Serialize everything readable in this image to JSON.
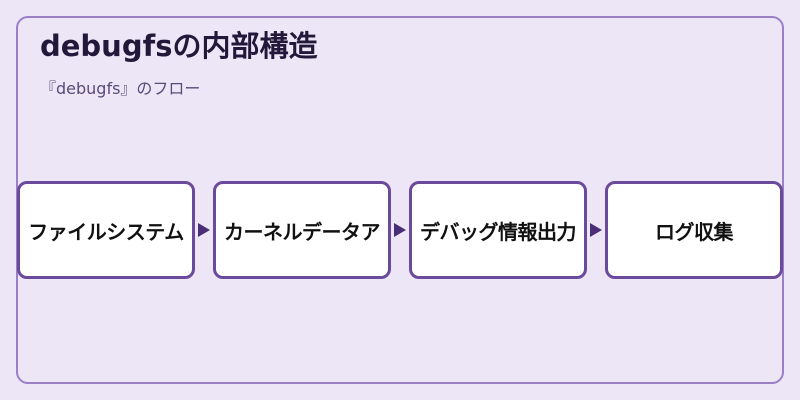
{
  "header": {
    "title": "debugfsの内部構造",
    "subtitle": "『debugfs』のフロー"
  },
  "flow": {
    "nodes": [
      {
        "label": "ファイルシステム"
      },
      {
        "label": "カーネルデータア"
      },
      {
        "label": "デバッグ情報出力"
      },
      {
        "label": "ログ収集"
      }
    ]
  },
  "colors": {
    "background": "#ede6f6",
    "frame_border": "#9b80c6",
    "node_border": "#6b4a9c",
    "node_fill": "#ffffff",
    "arrow": "#4a2f78",
    "title_text": "#23183a"
  }
}
